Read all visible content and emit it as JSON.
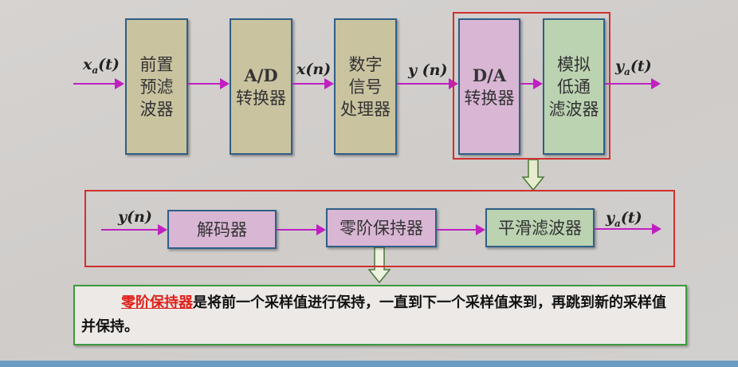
{
  "top_chain": {
    "input_label": "x",
    "input_sub": "a",
    "input_arg": "(t)",
    "prefilter": [
      "前置",
      "预滤",
      "波器"
    ],
    "ad": {
      "title": "A/D",
      "name": "转换器"
    },
    "xn": "x(n)",
    "dsp": [
      "数字",
      "信号",
      "处理器"
    ],
    "yn": "y (n)",
    "da": {
      "title": "D/A",
      "name": "转换器"
    },
    "analog_filter": [
      "模拟",
      "低通",
      "滤波器"
    ],
    "output_label": "y",
    "output_sub": "a",
    "output_arg": "(t)"
  },
  "detail_chain": {
    "input": "y(n)",
    "decoder": "解码器",
    "zoh": "零阶保持器",
    "smoothing": "平滑滤波器",
    "output_label": "y",
    "output_sub": "a",
    "output_arg": "(t)"
  },
  "note": {
    "highlight": "零阶保持器",
    "text": "是将前一个采样值进行保持，一直到下一个采样值来到，再跳到新的采样值并保持。"
  },
  "colors": {
    "arrow": "#c020c0",
    "frame": "#d0302e",
    "note_border": "#3d9a3d"
  }
}
